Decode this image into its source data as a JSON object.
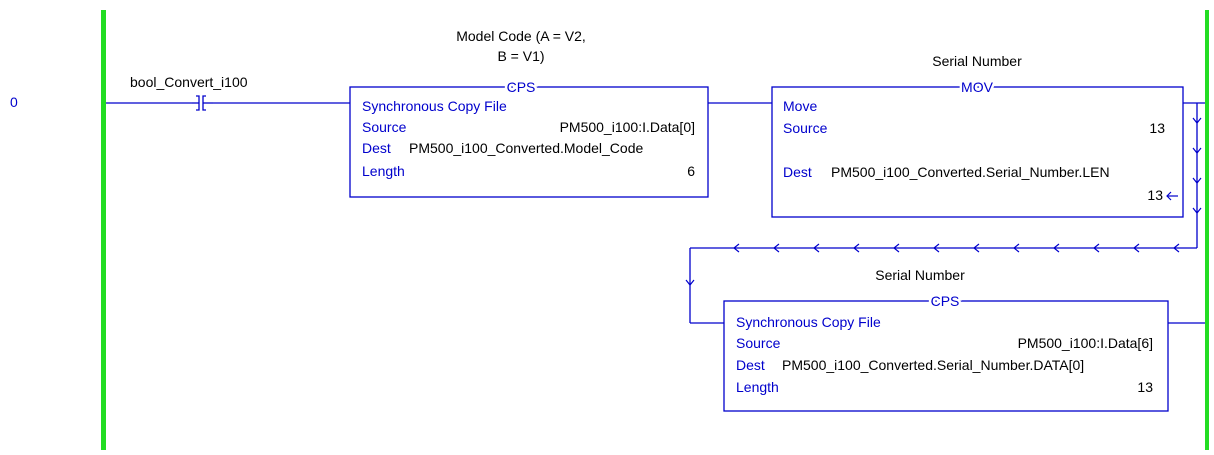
{
  "colors": {
    "rail": "#22dd22",
    "wire": "#0000cc",
    "text": "#000000"
  },
  "rung": {
    "number": "0",
    "contact": {
      "tag": "bool_Convert_i100",
      "type": "XIC"
    },
    "cps1": {
      "description_line1": "Model Code (A = V2,",
      "description_line2": "B = V1)",
      "mnemonic": "CPS",
      "title": "Synchronous Copy File",
      "source_label": "Source",
      "source_value": "PM500_i100:I.Data[0]",
      "dest_label": "Dest",
      "dest_value": "PM500_i100_Converted.Model_Code",
      "length_label": "Length",
      "length_value": "6"
    },
    "mov": {
      "description": "Serial Number",
      "mnemonic": "MOV",
      "title": "Move",
      "source_label": "Source",
      "source_value": "13",
      "dest_label": "Dest",
      "dest_value": "PM500_i100_Converted.Serial_Number.LEN",
      "dest_live": "13"
    },
    "cps2": {
      "description": "Serial Number",
      "mnemonic": "CPS",
      "title": "Synchronous Copy File",
      "source_label": "Source",
      "source_value": "PM500_i100:I.Data[6]",
      "dest_label": "Dest",
      "dest_value": "PM500_i100_Converted.Serial_Number.DATA[0]",
      "length_label": "Length",
      "length_value": "13"
    }
  }
}
